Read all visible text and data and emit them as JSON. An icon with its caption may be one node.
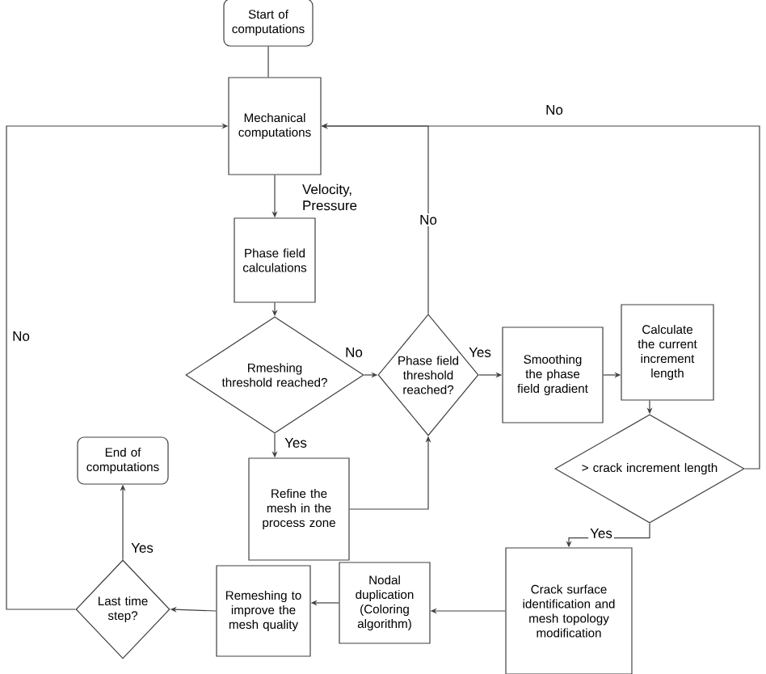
{
  "diagram": {
    "nodes": [
      {
        "text": [
          "Start of computations"
        ]
      },
      {
        "text": [
          "Mechanical computations"
        ]
      },
      {
        "text": [
          "Phase field calculations"
        ]
      },
      {
        "text": [
          "Rmeshing threshold reached?"
        ]
      },
      {
        "text": [
          "Phase field threshold reached?"
        ]
      },
      {
        "text": [
          "Smoothing the phase field gradient"
        ]
      },
      {
        "text": [
          "Calculate the current increment length"
        ]
      },
      {
        "text": [
          "> crack increment length"
        ]
      },
      {
        "text": [
          "Refine the mesh in the process zone"
        ]
      },
      {
        "text": [
          "End of computations"
        ]
      },
      {
        "text": [
          "Last time step?"
        ]
      },
      {
        "text": [
          "Remeshing to improve the mesh quality"
        ]
      },
      {
        "text": [
          "Nodal duplication (Coloring algorithm)"
        ]
      },
      {
        "text": [
          "Crack surface identification and mesh topology modification"
        ]
      }
    ],
    "edges": [
      {
        "from": 0,
        "to": 1,
        "arrow": "none"
      },
      {
        "from": 1,
        "to": 2,
        "arrow": "to",
        "label": "Velocity, Pressure"
      },
      {
        "from": 2,
        "to": 3,
        "arrow": "to"
      },
      {
        "from": 3,
        "to": 4,
        "arrow": "to",
        "label": "No"
      },
      {
        "from": 3,
        "to": 8,
        "arrow": "to",
        "label": "Yes"
      },
      {
        "from": 8,
        "to": 4,
        "arrow": "to"
      },
      {
        "from": 4,
        "to": 5,
        "arrow": "to",
        "label": "Yes"
      },
      {
        "from": 4,
        "to": 1,
        "arrow": "to",
        "label": "No"
      },
      {
        "from": 5,
        "to": 6,
        "arrow": "to"
      },
      {
        "from": 6,
        "to": 7,
        "arrow": "to"
      },
      {
        "from": 7,
        "to": 1,
        "arrow": "to",
        "label": "No"
      },
      {
        "from": 7,
        "to": 13,
        "arrow": "to",
        "label": "Yes"
      },
      {
        "from": 13,
        "to": 12,
        "arrow": "to"
      },
      {
        "from": 12,
        "to": 11,
        "arrow": "to"
      },
      {
        "from": 11,
        "to": 10,
        "arrow": "to"
      },
      {
        "from": 10,
        "to": 9,
        "arrow": "to",
        "label": "Yes"
      },
      {
        "from": 10,
        "to": 1,
        "arrow": "to",
        "label": "No"
      }
    ]
  }
}
